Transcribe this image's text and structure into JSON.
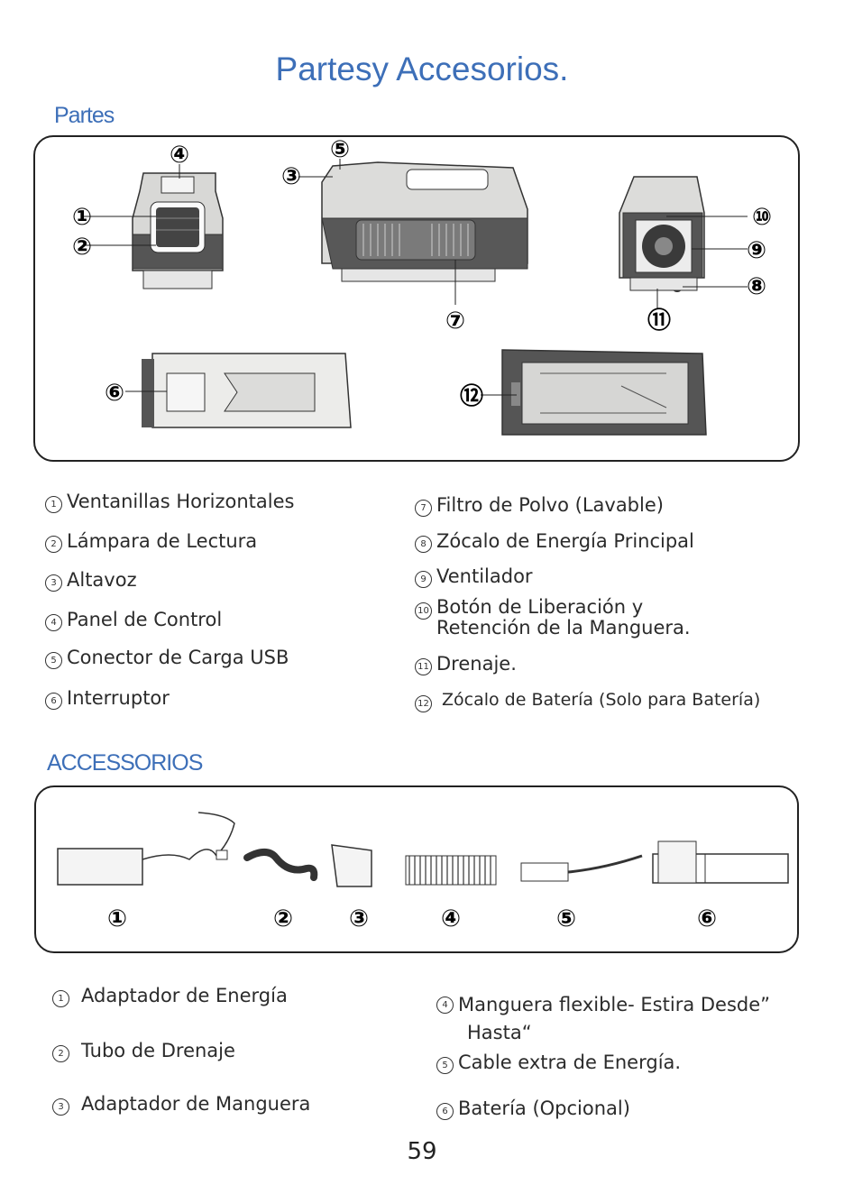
{
  "page": {
    "title": "Partesy Accesorios.",
    "page_number": "59"
  },
  "parts": {
    "heading": "Partes",
    "callouts": [
      "①",
      "②",
      "③",
      "④",
      "⑤",
      "⑥",
      "⑦",
      "⑧",
      "⑨",
      "⑩",
      "⑪",
      "⑫"
    ],
    "items": [
      {
        "n": "1",
        "label": "Ventanillas Horizontales"
      },
      {
        "n": "2",
        "label": "Lámpara de Lectura"
      },
      {
        "n": "3",
        "label": "Altavoz"
      },
      {
        "n": "4",
        "label": "Panel de Control"
      },
      {
        "n": "5",
        "label": "Conector de Carga USB"
      },
      {
        "n": "6",
        "label": "Interruptor"
      },
      {
        "n": "7",
        "label": "Filtro de Polvo (Lavable)"
      },
      {
        "n": "8",
        "label": "Zócalo de Energía Principal"
      },
      {
        "n": "9",
        "label": "Ventilador"
      },
      {
        "n": "10",
        "label": "Botón de Liberación y",
        "label2": "Retención de la Manguera."
      },
      {
        "n": "11",
        "label": "Drenaje."
      },
      {
        "n": "12",
        "label": "Zócalo de Batería (Solo para Batería)"
      }
    ]
  },
  "accessories": {
    "heading": "ACCESSORIOS",
    "callouts": [
      "①",
      "②",
      "③",
      "④",
      "⑤",
      "⑥"
    ],
    "items": [
      {
        "n": "1",
        "label": "Adaptador de Energía"
      },
      {
        "n": "2",
        "label": "Tubo de Drenaje"
      },
      {
        "n": "3",
        "label": "Adaptador de Manguera"
      },
      {
        "n": "4",
        "label": "Manguera flexible- Estira Desde”",
        "label2": "Hasta“"
      },
      {
        "n": "5",
        "label": "Cable extra de Energía."
      },
      {
        "n": "6",
        "label": "Batería (Opcional)"
      }
    ]
  }
}
